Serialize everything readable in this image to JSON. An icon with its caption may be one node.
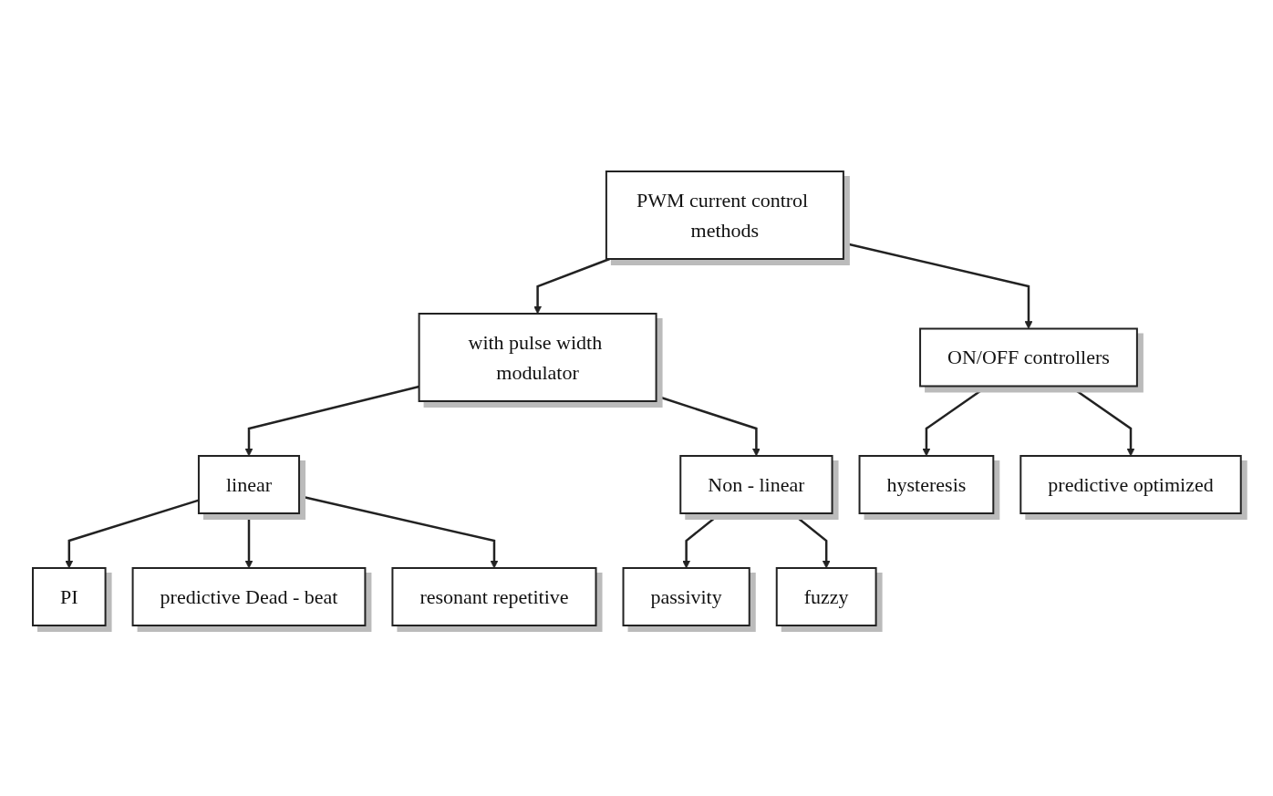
{
  "diagram": {
    "nodes": [
      {
        "text": [
          "PWM current control methods"
        ]
      },
      {
        "text": [
          "ON/OFF controllers"
        ]
      },
      {
        "text": [
          "with pulse width modulator"
        ]
      },
      {
        "text": [
          "linear"
        ]
      },
      {
        "text": [
          "Non - linear"
        ]
      },
      {
        "text": [
          "passivity"
        ]
      },
      {
        "text": [
          "fuzzy"
        ]
      },
      {
        "text": [
          "PI"
        ]
      },
      {
        "text": [
          "predictive Dead - beat"
        ]
      },
      {
        "text": [
          "resonant repetitive"
        ]
      },
      {
        "text": [
          "hysteresis"
        ]
      },
      {
        "text": [
          "predictive optimized"
        ]
      }
    ],
    "edges": [
      {
        "from": 0,
        "to": 1,
        "arrow": "to"
      },
      {
        "from": 0,
        "to": 2,
        "arrow": "to"
      },
      {
        "from": 2,
        "to": 3,
        "arrow": "to"
      },
      {
        "from": 2,
        "to": 4,
        "arrow": "to"
      },
      {
        "from": 4,
        "to": 5,
        "arrow": "to"
      },
      {
        "from": 4,
        "to": 6,
        "arrow": "to"
      },
      {
        "from": 3,
        "to": 7,
        "arrow": "to"
      },
      {
        "from": 3,
        "to": 8,
        "arrow": "to"
      },
      {
        "from": 3,
        "to": 9,
        "arrow": "to"
      },
      {
        "from": 1,
        "to": 10,
        "arrow": "to"
      },
      {
        "from": 1,
        "to": 11,
        "arrow": "to"
      }
    ]
  }
}
